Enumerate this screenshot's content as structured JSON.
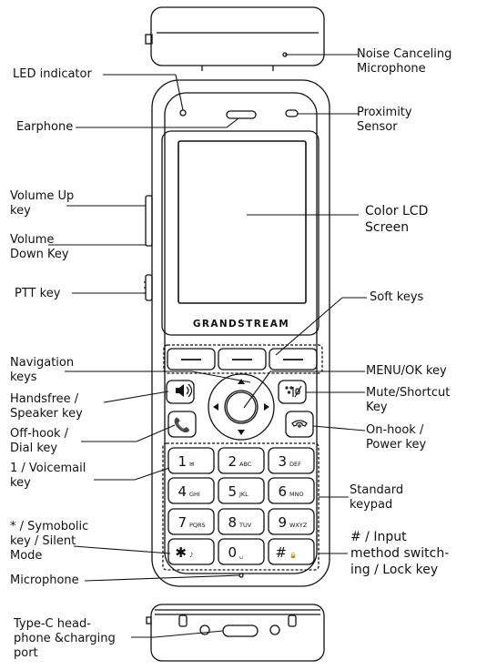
{
  "brand": "GRANDSTREAM",
  "labels": {
    "noise_mic": [
      "Noise Canceling",
      "Microphone"
    ],
    "led": [
      "LED indicator"
    ],
    "earphone": [
      "Earphone"
    ],
    "proximity": [
      "Proximity",
      "Sensor"
    ],
    "vol_up": [
      "Volume  Up",
      "key"
    ],
    "vol_down": [
      "Volume",
      "Down Key"
    ],
    "lcd": [
      "Color LCD",
      "Screen"
    ],
    "ptt": [
      "PTT key"
    ],
    "soft_keys": [
      "Soft keys"
    ],
    "navigation": [
      "Navigation",
      "keys"
    ],
    "menu_ok": [
      "MENU/OK key"
    ],
    "handsfree": [
      "Handsfree /",
      "Speaker key"
    ],
    "mute": [
      "Mute/Shortcut",
      "Key"
    ],
    "offhook": [
      "Off-hook /",
      "Dial key"
    ],
    "onhook": [
      "On-hook /",
      "Power key"
    ],
    "voicemail": [
      "1 / Voicemail",
      "key"
    ],
    "keypad": [
      "Standard",
      "keypad"
    ],
    "star": [
      "* / Symobolic",
      "key / Silent",
      "Mode"
    ],
    "hash": [
      "# / Input",
      "method switch-",
      "ing / Lock key"
    ],
    "microphone": [
      "Microphone"
    ],
    "typec": [
      "Type-C head-",
      "phone &charging",
      "port"
    ]
  },
  "keypad": [
    {
      "main": "1",
      "sub": "✉"
    },
    {
      "main": "2",
      "sub": "ABC"
    },
    {
      "main": "3",
      "sub": "DEF"
    },
    {
      "main": "4",
      "sub": "GHI"
    },
    {
      "main": "5",
      "sub": "JKL"
    },
    {
      "main": "6",
      "sub": "MNO"
    },
    {
      "main": "7",
      "sub": "PQRS"
    },
    {
      "main": "8",
      "sub": "TUV"
    },
    {
      "main": "9",
      "sub": "WXYZ"
    },
    {
      "main": "✱",
      "sub": "♪"
    },
    {
      "main": "0",
      "sub": "␣"
    },
    {
      "main": "#",
      "sub": "🔒"
    }
  ]
}
